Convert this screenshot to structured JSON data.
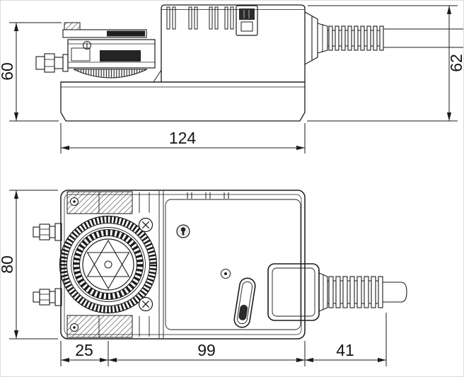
{
  "drawing": {
    "side_view": {
      "dims": {
        "height_left": "60",
        "height_right": "62",
        "width": "124"
      }
    },
    "top_view": {
      "dims": {
        "height": "80",
        "offset_left": "25",
        "body_width": "99",
        "cable_gland": "41"
      }
    },
    "colors": {
      "line": "#1b1b1b",
      "background": "#ffffff"
    }
  }
}
